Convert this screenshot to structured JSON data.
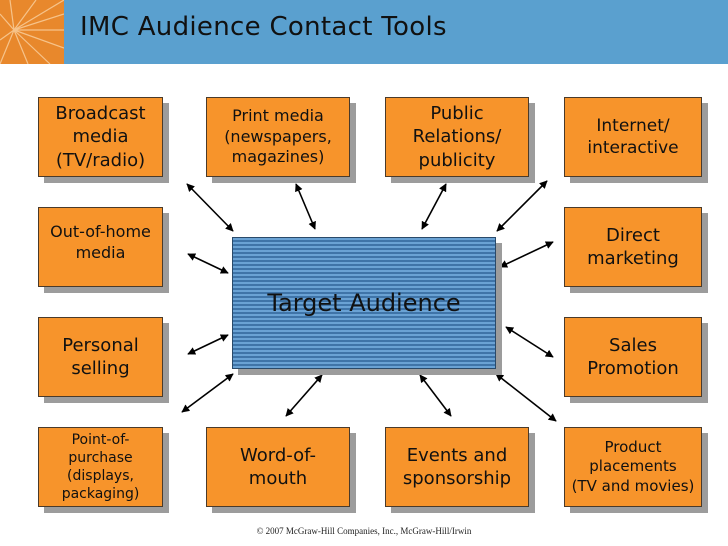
{
  "title": "IMC Audience Contact Tools",
  "center": "Target Audience",
  "tools": {
    "broadcast": "Broadcast\nmedia\n(TV/radio)",
    "print": "Print media\n(newspapers,\nmagazines)",
    "pr": "Public\nRelations/\npublicity",
    "internet": "Internet/\ninteractive",
    "ooh": "Out-of-home\nmedia",
    "direct": "Direct\nmarketing",
    "personal": "Personal\nselling",
    "sales": "Sales\nPromotion",
    "pop": "Point-of-\npurchase\n(displays,\npackaging)",
    "wom": "Word-of-\nmouth",
    "events": "Events and\nsponsorship",
    "product": "Product\nplacements\n(TV and movies)"
  },
  "footer": "© 2007 McGraw-Hill Companies, Inc., McGraw-Hill/Irwin",
  "colors": {
    "title_bar": "#5aa0cf",
    "logo": "#e8882c",
    "tool_box": "#f7942b",
    "center_box": "#5b93c7",
    "shadow": "#9c9c9c"
  }
}
